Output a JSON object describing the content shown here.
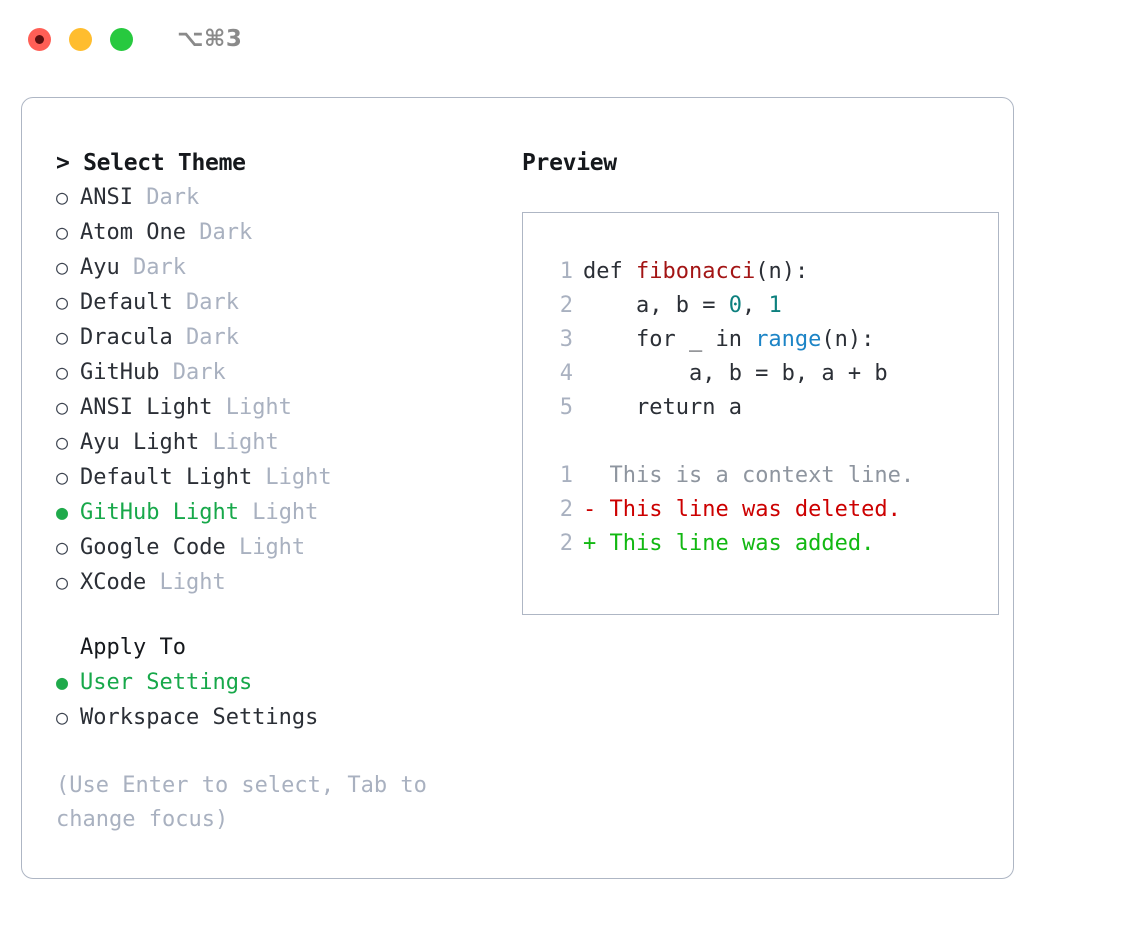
{
  "titlebar": {
    "shortcut": "⌥⌘3",
    "buttons": [
      {
        "name": "close",
        "color": "#ff5f56"
      },
      {
        "name": "minimize",
        "color": "#ffbd2e"
      },
      {
        "name": "maximize",
        "color": "#27c93f"
      }
    ]
  },
  "theme_picker": {
    "heading": "> Select Theme",
    "bullet_unselected": "○",
    "bullet_selected": "●",
    "items": [
      {
        "name": "ANSI",
        "kind": " Dark",
        "selected": false
      },
      {
        "name": "Atom One",
        "kind": " Dark",
        "selected": false
      },
      {
        "name": "Ayu",
        "kind": " Dark",
        "selected": false
      },
      {
        "name": "Default",
        "kind": " Dark",
        "selected": false
      },
      {
        "name": "Dracula",
        "kind": " Dark",
        "selected": false
      },
      {
        "name": "GitHub",
        "kind": " Dark",
        "selected": false
      },
      {
        "name": "ANSI Light",
        "kind": " Light",
        "selected": false
      },
      {
        "name": "Ayu Light",
        "kind": " Light",
        "selected": false
      },
      {
        "name": "Default Light",
        "kind": " Light",
        "selected": false
      },
      {
        "name": "GitHub Light",
        "kind": " Light",
        "selected": true
      },
      {
        "name": "Google Code",
        "kind": " Light",
        "selected": false
      },
      {
        "name": "XCode",
        "kind": " Light",
        "selected": false
      }
    ]
  },
  "apply_to": {
    "heading": "Apply To",
    "options": [
      {
        "label": "User Settings",
        "selected": true
      },
      {
        "label": "Workspace Settings",
        "selected": false
      }
    ]
  },
  "hint": "(Use Enter to select, Tab to change focus)",
  "preview": {
    "heading": "Preview",
    "code_lines": [
      {
        "num": "1",
        "tokens": [
          {
            "text": "def ",
            "type": "plain"
          },
          {
            "text": "fibonacci",
            "type": "fn"
          },
          {
            "text": "(n):",
            "type": "plain"
          }
        ]
      },
      {
        "num": "2",
        "tokens": [
          {
            "text": "    a, b = ",
            "type": "plain"
          },
          {
            "text": "0",
            "type": "num"
          },
          {
            "text": ", ",
            "type": "plain"
          },
          {
            "text": "1",
            "type": "num"
          }
        ]
      },
      {
        "num": "3",
        "tokens": [
          {
            "text": "    for _ in ",
            "type": "plain"
          },
          {
            "text": "range",
            "type": "call"
          },
          {
            "text": "(n):",
            "type": "plain"
          }
        ]
      },
      {
        "num": "4",
        "tokens": [
          {
            "text": "        a, b = b, a + b",
            "type": "plain"
          }
        ]
      },
      {
        "num": "5",
        "tokens": [
          {
            "text": "    return a",
            "type": "plain"
          }
        ]
      }
    ],
    "diff_lines": [
      {
        "num": "1",
        "marker": "  ",
        "text": "This is a context line.",
        "type": "ctx"
      },
      {
        "num": "2",
        "marker": "- ",
        "text": "This line was deleted.",
        "type": "del"
      },
      {
        "num": "2",
        "marker": "+ ",
        "text": "This line was added.",
        "type": "add"
      }
    ]
  },
  "colors": {
    "accent_green": "#17a84a",
    "muted": "#a9b1c0",
    "border": "#aeb6c4",
    "syntax_function": "#a31515",
    "syntax_number": "#0d807e",
    "syntax_call": "#1c84c6",
    "diff_deleted": "#cc0000",
    "diff_added": "#12b812",
    "diff_context": "#8e959f"
  }
}
